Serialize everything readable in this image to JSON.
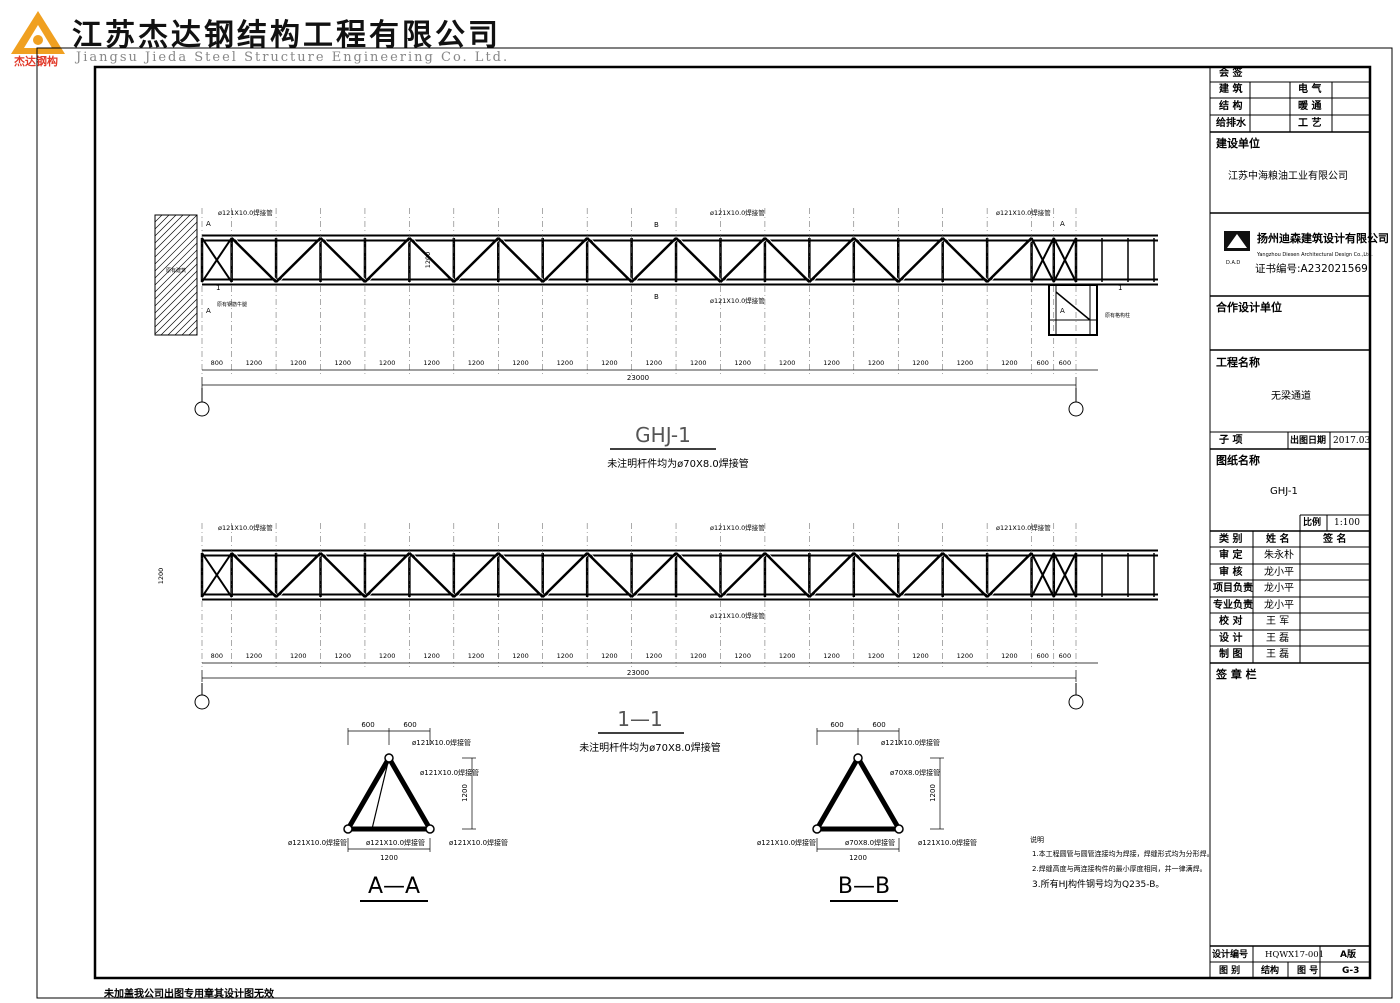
{
  "header": {
    "company_cn": "江苏杰达钢结构工程有限公司",
    "company_en": "Jiangsu Jieda Steel Structure Engineering Co. Ltd.",
    "logo_text": "杰达钢构",
    "logo_color": "#f0a020",
    "logo_text_color": "#e23a2a"
  },
  "footer_note": "未加盖我公司出图专用章其设计图无效",
  "title_block": {
    "countersign": "会 签",
    "arch": "建 筑",
    "elec": "电 气",
    "struct": "结 构",
    "hvac": "暖 通",
    "plumb": "给排水",
    "process": "工 艺",
    "client_label": "建设单位",
    "client": "江苏中海粮油工业有限公司",
    "designer_name": "扬州迪森建筑设计有限公司",
    "designer_en": "Yangzhou Diesen Architectural Design Co.,Ltd.",
    "designer_abbr": "D.A.D",
    "certificate": "证书编号:A232021569",
    "partner_label": "合作设计单位",
    "project_label": "工程名称",
    "project": "无梁通道",
    "sub_item": "子 项",
    "issue_date_label": "出图日期",
    "issue_date": "2017.03",
    "drawing_name_label": "图纸名称",
    "drawing_name": "GHJ-1",
    "scale_label": "比例",
    "scale": "1:100",
    "role_col": "类 别",
    "name_col": "姓 名",
    "sign_col": "签 名",
    "roles": [
      {
        "role": "审 定",
        "name": "朱永朴"
      },
      {
        "role": "审 核",
        "name": "龙小平"
      },
      {
        "role": "项目负责",
        "name": "龙小平"
      },
      {
        "role": "专业负责",
        "name": "龙小平"
      },
      {
        "role": "校 对",
        "name": "王 军"
      },
      {
        "role": "设 计",
        "name": "王 磊"
      },
      {
        "role": "制 图",
        "name": "王 磊"
      }
    ],
    "seal_label": "签 章 栏",
    "design_no_label": "设计编号",
    "design_no": "HQWX17-001",
    "version": "A版",
    "category_label": "图 别",
    "category": "结构",
    "drawing_no_label": "图 号",
    "drawing_no": "G-3"
  },
  "truss1": {
    "title": "GHJ-1",
    "note": "未注明杆件均为ø70X8.0焊接管",
    "pipe_label": "ø121X10.0焊接管",
    "height_label": "1200",
    "total_label": "23000",
    "segments": [
      "800",
      "1200",
      "1200",
      "1200",
      "1200",
      "1200",
      "1200",
      "1200",
      "1200",
      "1200",
      "1200",
      "1200",
      "1200",
      "1200",
      "1200",
      "1200",
      "1200",
      "1200",
      "1200",
      "600",
      "600"
    ],
    "wall_label": "原有建筑",
    "support_label": "原有钢筋牛腿",
    "support2_label": "原有格构柱",
    "cut_a": "A",
    "cut_b": "B",
    "cut_1": "1"
  },
  "truss2": {
    "title": "1—1",
    "note": "未注明杆件均为ø70X8.0焊接管",
    "height_label": "1200",
    "total_label": "23000"
  },
  "sections": {
    "aa_title": "A—A",
    "bb_title": "B—B",
    "dim_600": "600",
    "dim_1200": "1200",
    "pipe_121": "ø121X10.0焊接管",
    "pipe_70": "ø70X8.0焊接管"
  },
  "notes": {
    "title": "说明",
    "line1": "1.本工程圆管与圆管连接均为焊接，焊缝形式均为分形焊。",
    "line2": "2.焊缝高度与两连接构件的最小厚度相同，并一律满焊。",
    "line3": "3.所有HJ构件钢号均为Q235-B。"
  }
}
